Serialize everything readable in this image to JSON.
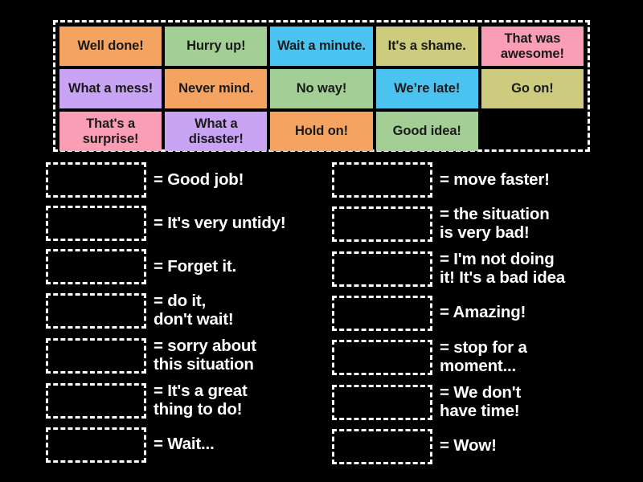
{
  "activity": {
    "type": "match-up-tiles",
    "background_color": "#000000",
    "border_style": "dashed-white"
  },
  "tile_bank": {
    "name": "tile-bank",
    "rows": [
      [
        {
          "label": "Well done!",
          "color": "#F4A460"
        },
        {
          "label": "Hurry up!",
          "color": "#A3CE96"
        },
        {
          "label": "Wait a minute.",
          "color": "#4BC3F0"
        },
        {
          "label": "It's a shame.",
          "color": "#CDCB7E"
        },
        {
          "label": "That was awesome!",
          "color": "#FA9EB5"
        }
      ],
      [
        {
          "label": "What a mess!",
          "color": "#C9A4F5"
        },
        {
          "label": "Never mind.",
          "color": "#F4A460"
        },
        {
          "label": "No way!",
          "color": "#A3CE96"
        },
        {
          "label": "We’re late!",
          "color": "#4BC3F0"
        },
        {
          "label": "Go on!",
          "color": "#CDCB7E"
        }
      ],
      [
        {
          "label": "That's a surprise!",
          "color": "#FA9EB5"
        },
        {
          "label": "What a disaster!",
          "color": "#C9A4F5"
        },
        {
          "label": "Hold on!",
          "color": "#F4A460"
        },
        {
          "label": "Good idea!",
          "color": "#A3CE96"
        },
        {
          "label": "",
          "color": "transparent",
          "empty": true
        }
      ]
    ]
  },
  "answers": {
    "left_column": [
      {
        "definition": "= Good job!"
      },
      {
        "definition": "= It's very untidy!"
      },
      {
        "definition": "= Forget it."
      },
      {
        "definition": "= do it,\ndon't wait!"
      },
      {
        "definition": "= sorry about\nthis situation"
      },
      {
        "definition": "= It's a great\nthing to do!"
      },
      {
        "definition": "= Wait..."
      }
    ],
    "right_column": [
      {
        "definition": "= move faster!"
      },
      {
        "definition": "= the situation\nis very bad!"
      },
      {
        "definition": "= I'm not doing\nit! It's a bad idea"
      },
      {
        "definition": "= Amazing!"
      },
      {
        "definition": "= stop for a\nmoment..."
      },
      {
        "definition": "= We don't\nhave time!"
      },
      {
        "definition": "= Wow!"
      }
    ]
  }
}
